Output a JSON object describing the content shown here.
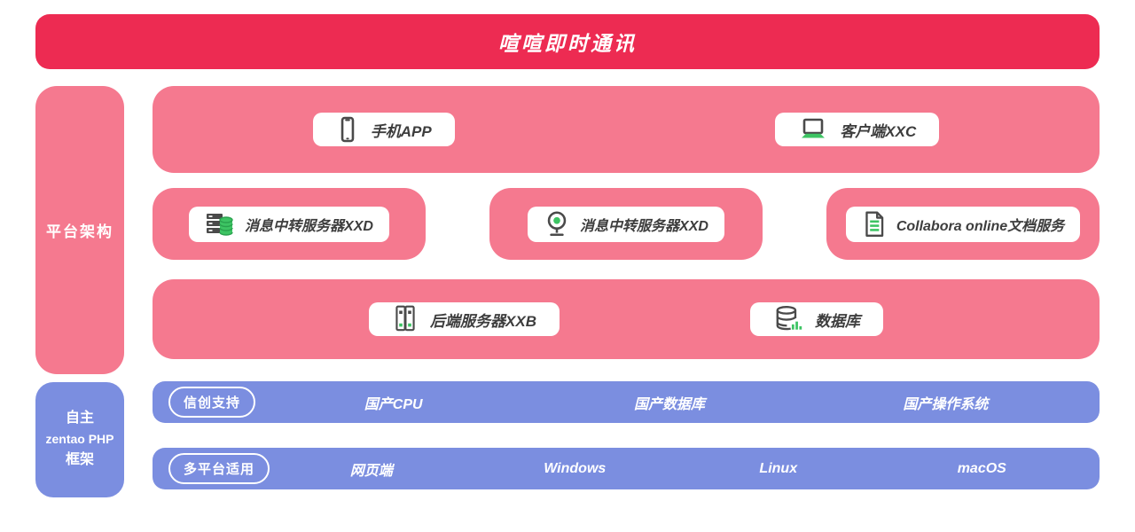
{
  "title": "喧喧即时通讯",
  "colors": {
    "banner_red": "#ED2B52",
    "box_pink": "#F5798F",
    "box_blue": "#7B8EE0",
    "accent_green": "#3DC463",
    "icon_dark": "#4a4a4a"
  },
  "sidebar": {
    "platform_label": "平台架构",
    "framework_line1": "自主",
    "framework_line2": "zentao PHP",
    "framework_line3": "框架"
  },
  "platform": {
    "clients": [
      {
        "label": "手机APP",
        "icon": "smartphone-icon"
      },
      {
        "label": "客户端XXC",
        "icon": "laptop-icon"
      }
    ],
    "middle": [
      {
        "label": "消息中转服务器XXD",
        "icon": "server-rack-database-icon"
      },
      {
        "label": "消息中转服务器XXD",
        "icon": "webcam-icon"
      },
      {
        "label": "Collabora online文档服务",
        "icon": "document-icon"
      }
    ],
    "backend": [
      {
        "label": "后端服务器XXB",
        "icon": "server-towers-icon"
      },
      {
        "label": "数据库",
        "icon": "database-icon"
      }
    ]
  },
  "foundation": {
    "row1": {
      "tag": "信创支持",
      "items": [
        "国产CPU",
        "国产数据库",
        "国产操作系统"
      ]
    },
    "row2": {
      "tag": "多平台适用",
      "items": [
        "网页端",
        "Windows",
        "Linux",
        "macOS"
      ]
    }
  }
}
